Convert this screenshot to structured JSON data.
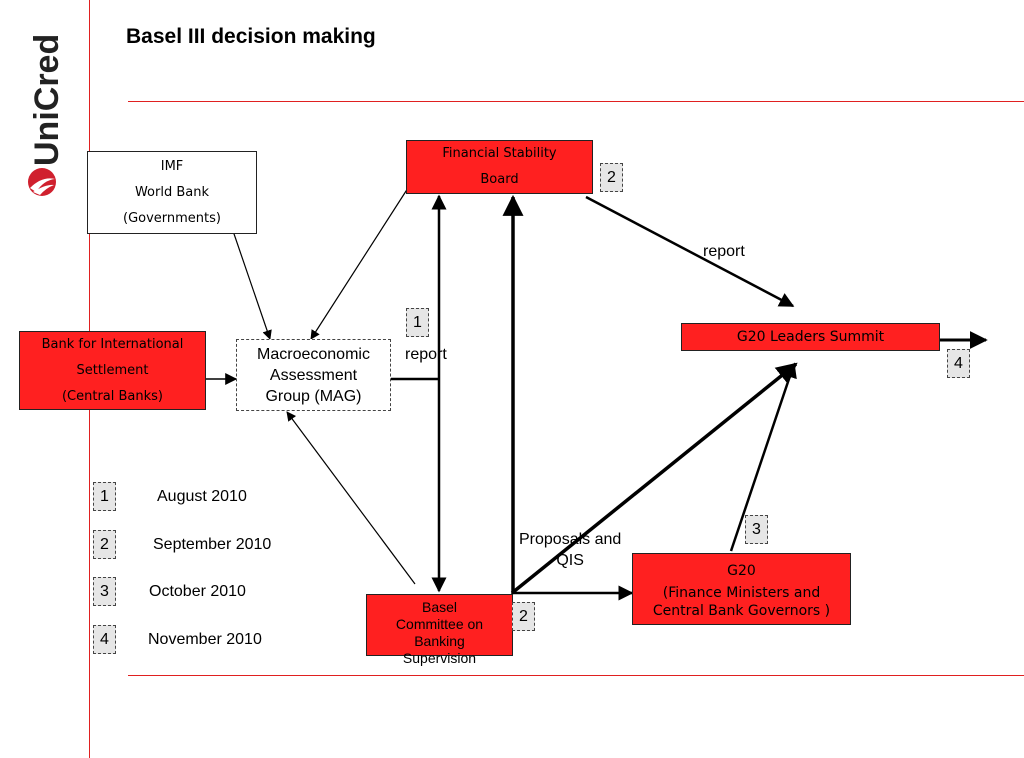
{
  "page": {
    "title": "Basel III decision making"
  },
  "logo": {
    "text": "UniCredit",
    "brand_color": "#d0202e"
  },
  "colors": {
    "box_red": "#ff2020",
    "rule_red": "#e02020"
  },
  "nodes": {
    "fsb": {
      "lines": [
        "Financial Stability",
        "Board"
      ]
    },
    "imf": {
      "lines": [
        "IMF",
        "World Bank",
        "(Governments)"
      ]
    },
    "bis": {
      "lines": [
        "Bank for International",
        "Settlement",
        "(Central Banks)"
      ]
    },
    "mag": {
      "lines": [
        "Macroeconomic",
        "Assessment",
        "Group (MAG)"
      ]
    },
    "g20_summit": {
      "label": "G20 Leaders Summit"
    },
    "bcbs": {
      "lines": [
        "Basel",
        "Committee on",
        "Banking",
        "Supervision"
      ]
    },
    "g20_fm": {
      "lines": [
        "G20",
        "(Finance Ministers and",
        "Central Bank Governors )"
      ]
    }
  },
  "edge_labels": {
    "report_mag": "report",
    "report_fsb": "report",
    "proposals": [
      "Proposals and",
      "QIS"
    ]
  },
  "badges": {
    "mag_step": "1",
    "fsb_step": "2",
    "summit_step": "4",
    "g20_step": "3",
    "bcbs_step": "2"
  },
  "timeline": [
    {
      "step": "1",
      "date": "August 2010"
    },
    {
      "step": "2",
      "date": "September 2010"
    },
    {
      "step": "3",
      "date": "October 2010"
    },
    {
      "step": "4",
      "date": "November 2010"
    }
  ]
}
